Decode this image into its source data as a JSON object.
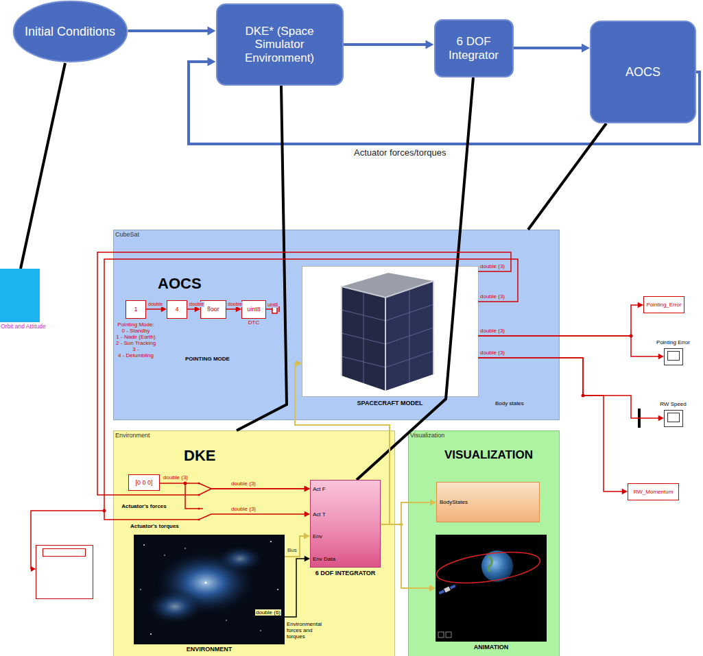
{
  "diagram": {
    "nodes": [
      {
        "text": [
          "Initial Conditions"
        ]
      },
      {
        "text": [
          "DKE* (Space Simulator Environment)"
        ]
      },
      {
        "text": [
          "6 DOF Integrator"
        ]
      },
      {
        "text": [
          "AOCS"
        ]
      },
      {
        "text": [
          "Orbit and Attitude"
        ]
      },
      {
        "text": [
          "CubeSat",
          "AOCS"
        ]
      },
      {
        "text": [
          "1"
        ],
        "in": 5
      },
      {
        "text": [
          "4"
        ],
        "in": 5
      },
      {
        "text": [
          "floor"
        ],
        "in": 5
      },
      {
        "text": [
          "uint8",
          "DTC"
        ],
        "in": 5
      },
      {
        "text": [
          "SPACECRAFT MODEL"
        ],
        "in": 5
      },
      {
        "text": [
          "Environment",
          "DKE"
        ]
      },
      {
        "text": [
          "[0 0 0]",
          "Actuator's forces"
        ],
        "in": 11
      },
      {
        "text": [
          "Act F",
          "Act T",
          "Env",
          "Env Data",
          "6 DOF INTEGRATOR"
        ],
        "in": 11
      },
      {
        "text": [
          "ENVIRONMENT"
        ],
        "in": 11
      },
      {
        "text": [
          "Visualization",
          "VISUALIZATION"
        ]
      },
      {
        "text": [
          "BodyStates"
        ],
        "in": 15
      },
      {
        "text": [
          "ANIMATION"
        ],
        "in": 15
      },
      {
        "text": [
          "Pointing_Error"
        ]
      },
      {
        "text": [
          "Pointing Error"
        ]
      },
      {
        "text": [
          "RW Speed"
        ]
      },
      {
        "text": [
          "RW_Momentum"
        ]
      }
    ],
    "edges": [
      {
        "from": 0,
        "to": 1,
        "arrow": "to"
      },
      {
        "from": 1,
        "to": 2,
        "arrow": "to"
      },
      {
        "from": 2,
        "to": 3,
        "arrow": "to"
      },
      {
        "from": 3,
        "to": 1,
        "label": "Actuator forces/torques",
        "arrow": "to"
      },
      {
        "from": 0,
        "to": 4,
        "arrow": "none"
      },
      {
        "from": 1,
        "to": 11,
        "arrow": "none"
      },
      {
        "from": 2,
        "to": 13,
        "arrow": "none"
      },
      {
        "from": 3,
        "to": 5,
        "arrow": "none"
      },
      {
        "from": 6,
        "to": 7,
        "label": "double",
        "arrow": "to"
      },
      {
        "from": 7,
        "to": 8,
        "label": "double",
        "arrow": "to"
      },
      {
        "from": 8,
        "to": 9,
        "label": "double",
        "arrow": "to"
      },
      {
        "from": 10,
        "to": 18,
        "label": "double (3)",
        "arrow": "to"
      },
      {
        "from": 10,
        "to": 19,
        "arrow": "to"
      },
      {
        "from": 10,
        "to": 20,
        "label": "double (3)",
        "arrow": "to"
      },
      {
        "from": 10,
        "to": 21,
        "arrow": "to"
      },
      {
        "from": 10,
        "to": 13,
        "label": "double (3)",
        "arrow": "to"
      },
      {
        "from": 10,
        "to": 13,
        "label": "double (3)",
        "arrow": "to"
      },
      {
        "from": 12,
        "to": 13,
        "label": "double (3)",
        "arrow": "to"
      },
      {
        "from": 14,
        "to": 13,
        "label": "Bus",
        "arrow": "to"
      },
      {
        "from": 14,
        "to": 13,
        "label": "double (6)",
        "arrow": "to"
      },
      {
        "from": 13,
        "to": 10,
        "arrow": "to"
      },
      {
        "from": 13,
        "to": 16,
        "arrow": "to"
      },
      {
        "from": 13,
        "to": 17,
        "arrow": "to"
      }
    ],
    "labels": [
      "uint8",
      "Pointing Mode:",
      "0 - Standby",
      "1 - Nadir (Earth)",
      "2 - Sun Tracking",
      "3 -",
      "4 - Detumbling",
      "POINTING MODE",
      "Body states",
      "double (3)",
      "double (3)",
      "Actuator's torques",
      "Environmental forces and torques"
    ]
  }
}
